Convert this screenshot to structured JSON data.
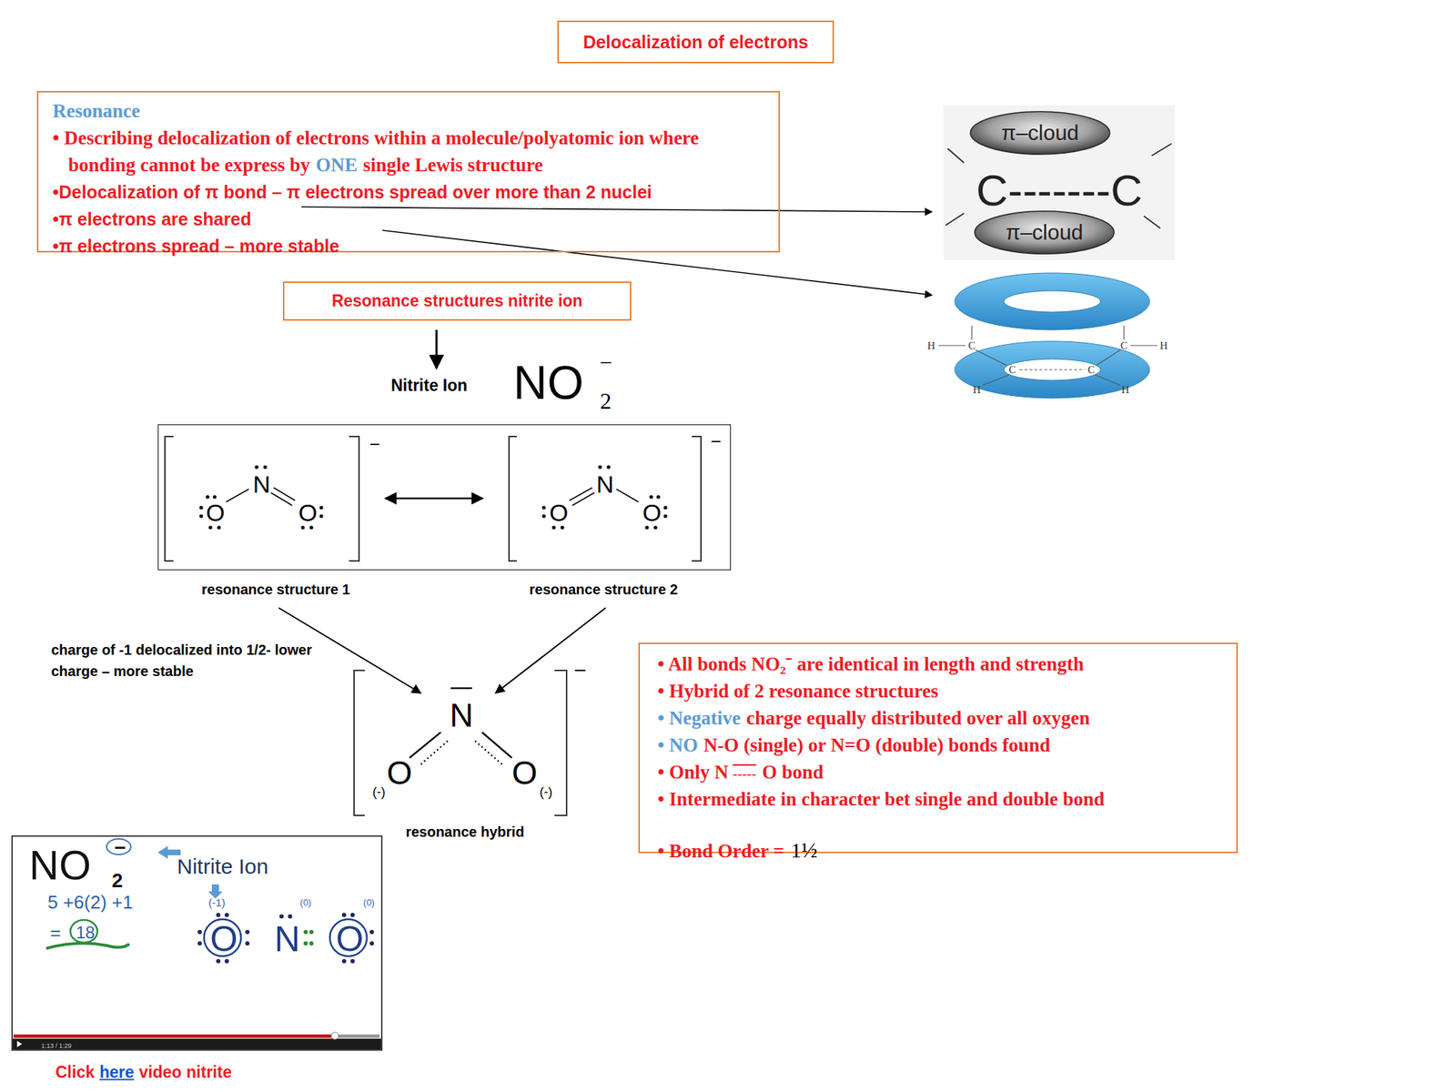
{
  "diagram": {
    "title": "Delocalization of electrons",
    "nodes": [
      {
        "text": [
          "Resonance",
          "• Describing delocalization of electrons within a molecule/polyatomic ion where bonding cannot be express by",
          "ONE",
          "single Lewis structure",
          "•Delocalization of π bond – π electrons spread over more than 2 nuclei",
          "•π electrons are shared",
          "•π electrons spread – more stable"
        ]
      },
      {
        "text": [
          "Resonance structures nitrite ion"
        ]
      },
      {
        "text": [
          "O",
          "N",
          "O",
          "−",
          "O",
          "N",
          "O",
          "−"
        ]
      },
      {
        "text": [
          "• All bonds NO₂⁻ are identical in length and strength",
          "• Hybrid of 2 resonance structures",
          "• Negative",
          "charge equally distributed over all oxygen",
          "• NO",
          "N-O (single) or N=O (double) bonds found",
          "• Only N",
          "-----",
          "O bond",
          "• Intermediate in character bet single and double bond",
          "• Bond Order =",
          "1½"
        ]
      },
      {
        "text": [
          "NO",
          "2",
          "−",
          "Nitrite Ion",
          "5 +6(2) +1",
          "=",
          "18",
          "(-1)",
          "(0)",
          "(0)",
          "O",
          "N",
          "O",
          "1:13 / 1:29"
        ]
      }
    ],
    "labels": [
      "π–cloud",
      "C-------C",
      "π–cloud",
      "H",
      "C",
      "C",
      "H",
      "C",
      "C",
      "H",
      "H",
      "Nitrite Ion",
      "NO",
      "−",
      "2",
      "resonance structure 1",
      "resonance structure 2",
      "charge of -1 delocalized into 1/2- lower charge – more stable",
      "N",
      "O",
      "O",
      "(-)",
      "(-)",
      "−",
      "resonance hybrid",
      "Click",
      "here",
      "video nitrite"
    ]
  }
}
